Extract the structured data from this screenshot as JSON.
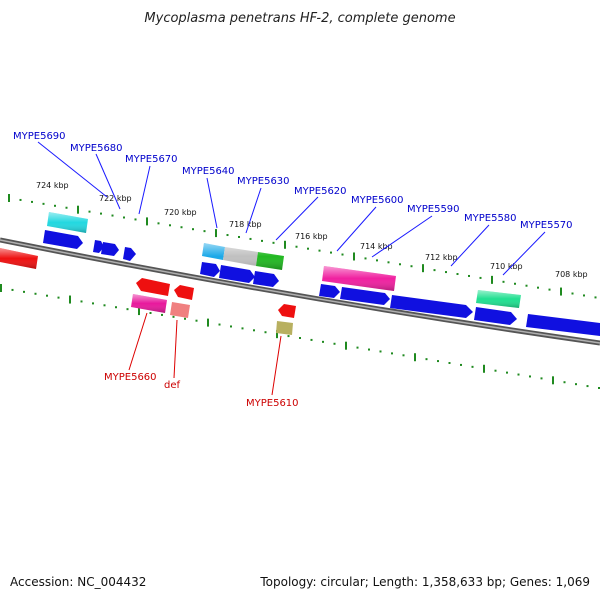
{
  "title": "Mycoplasma penetrans HF-2, complete genome",
  "footer": {
    "accession": "Accession: NC_004432",
    "summary": "Topology: circular; Length: 1,358,633 bp; Genes: 1,069"
  },
  "colors": {
    "backbone": "#7a7a7a",
    "ticks": "#1f8a1f",
    "label_top": "#0000cc",
    "label_bottom": "#cc0000",
    "leader_top": "#1a1aff",
    "leader_bottom": "#dd0000"
  },
  "tick_labels": [
    "724 kbp",
    "722 kbp",
    "720 kbp",
    "718 kbp",
    "716 kbp",
    "714 kbp",
    "712 kbp",
    "710 kbp",
    "708 kbp"
  ],
  "gene_labels_top": [
    "MYPE5690",
    "MYPE5680",
    "MYPE5670",
    "MYPE5640",
    "MYPE5630",
    "MYPE5620",
    "MYPE5600",
    "MYPE5590",
    "MYPE5580",
    "MYPE5570"
  ],
  "gene_labels_bottom": [
    "MYPE5660",
    "def",
    "MYPE5610"
  ]
}
